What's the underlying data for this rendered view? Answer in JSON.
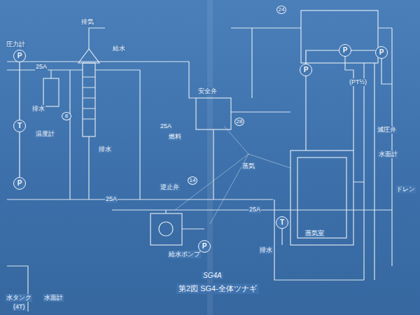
{
  "diagram": {
    "title": "SG4A",
    "caption": "第2図 SG4-全体ツナギ",
    "nodes": [
      {
        "text": [
          "P"
        ]
      },
      {
        "text": [
          "T"
        ]
      },
      {
        "text": [
          "P"
        ]
      },
      {
        "text": [
          "P"
        ]
      },
      {
        "text": [
          "P"
        ]
      },
      {
        "text": [
          "P"
        ]
      },
      {
        "text": [
          "T"
        ]
      },
      {
        "text": [
          "P"
        ]
      }
    ],
    "edges": [
      {
        "from": 0,
        "to": 1,
        "arrow": "none"
      },
      {
        "from": 1,
        "to": 2,
        "arrow": "none"
      },
      {
        "from": 4,
        "to": 5,
        "arrow": "none"
      },
      {
        "from": 5,
        "to": 7,
        "arrow": "none"
      }
    ],
    "labels": [
      "排気",
      "25A",
      "25A",
      "排水",
      "温度計",
      "圧力計",
      "給水",
      "排水",
      "水タンク",
      "水面計",
      "(4T)",
      "安全弁",
      "蒸気",
      "ドレン",
      "減圧弁",
      "(PT½)",
      "逆止弁",
      "25A",
      "給水ポンプ",
      "燃料",
      "蒸気室",
      "排水",
      "24",
      "28",
      "14",
      "8",
      "水面計",
      "25A"
    ]
  }
}
